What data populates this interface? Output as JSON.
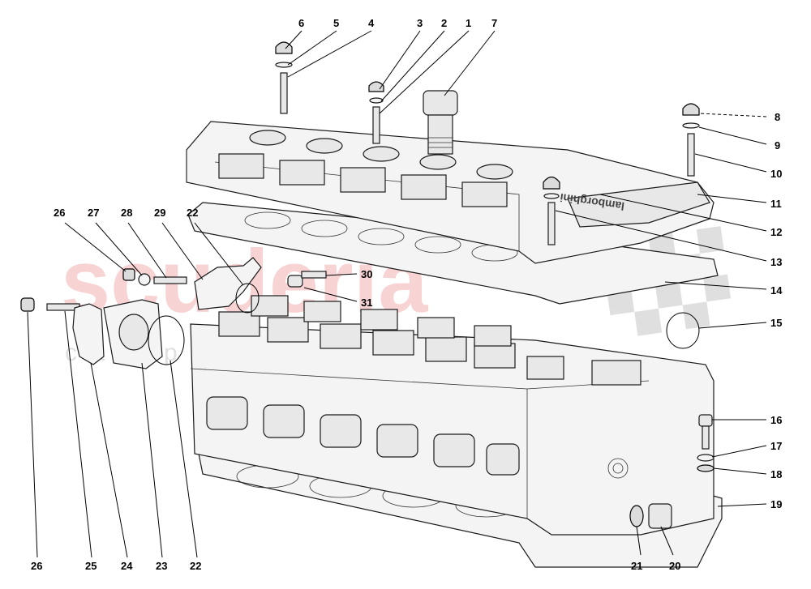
{
  "watermark": {
    "main": "scuderia",
    "sub": "car parts"
  },
  "cover_brand": "lamborghini",
  "callouts": [
    {
      "id": "c6",
      "text": "6"
    },
    {
      "id": "c5",
      "text": "5"
    },
    {
      "id": "c4",
      "text": "4"
    },
    {
      "id": "c3",
      "text": "3"
    },
    {
      "id": "c2",
      "text": "2"
    },
    {
      "id": "c1",
      "text": "1"
    },
    {
      "id": "c7",
      "text": "7"
    },
    {
      "id": "c8",
      "text": "8"
    },
    {
      "id": "c9",
      "text": "9"
    },
    {
      "id": "c10",
      "text": "10"
    },
    {
      "id": "c11",
      "text": "11"
    },
    {
      "id": "c12",
      "text": "12"
    },
    {
      "id": "c13",
      "text": "13"
    },
    {
      "id": "c14",
      "text": "14"
    },
    {
      "id": "c15",
      "text": "15"
    },
    {
      "id": "c16",
      "text": "16"
    },
    {
      "id": "c17",
      "text": "17"
    },
    {
      "id": "c18",
      "text": "18"
    },
    {
      "id": "c19",
      "text": "19"
    },
    {
      "id": "c20",
      "text": "20"
    },
    {
      "id": "c21",
      "text": "21"
    },
    {
      "id": "c22a",
      "text": "22"
    },
    {
      "id": "c22b",
      "text": "22"
    },
    {
      "id": "c23",
      "text": "23"
    },
    {
      "id": "c24",
      "text": "24"
    },
    {
      "id": "c25",
      "text": "25"
    },
    {
      "id": "c26a",
      "text": "26"
    },
    {
      "id": "c26b",
      "text": "26"
    },
    {
      "id": "c27",
      "text": "27"
    },
    {
      "id": "c28",
      "text": "28"
    },
    {
      "id": "c29",
      "text": "29"
    },
    {
      "id": "c30",
      "text": "30"
    },
    {
      "id": "c31",
      "text": "31"
    }
  ]
}
